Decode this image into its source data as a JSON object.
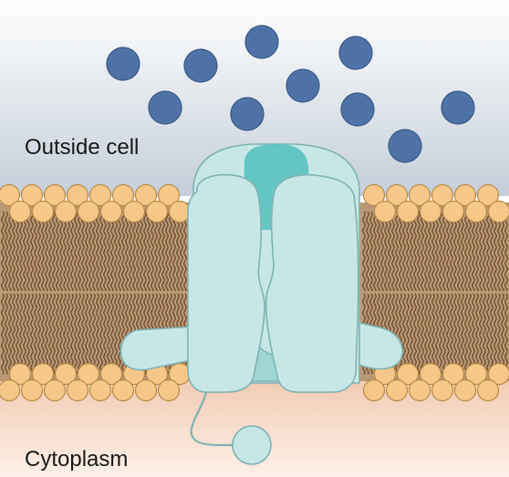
{
  "labels": {
    "outside": "Outside cell",
    "inside": "Cytoplasm"
  },
  "colors": {
    "outside_top": "#ffffff",
    "outside_bottom": "#c4ced9",
    "cytoplasm_top": "#f1c9b0",
    "cytoplasm_bottom": "#fdf0e8",
    "molecule": "#4f73a6",
    "molecule_stroke": "#3b5b88",
    "lipid_head": "#f5c889",
    "lipid_head_stroke": "#b98a47",
    "lipid_tail": "#6d4a2b",
    "membrane_core": "#b99876",
    "channel": "#c7e7e6",
    "channel_shadow": "#9ed4d2",
    "channel_pore": "#52c0bb",
    "channel_stroke": "#7fb3b4"
  },
  "icons": {
    "molecule": "solute-molecule",
    "channel": "channel-protein",
    "gate": "ball-and-chain-gate"
  }
}
